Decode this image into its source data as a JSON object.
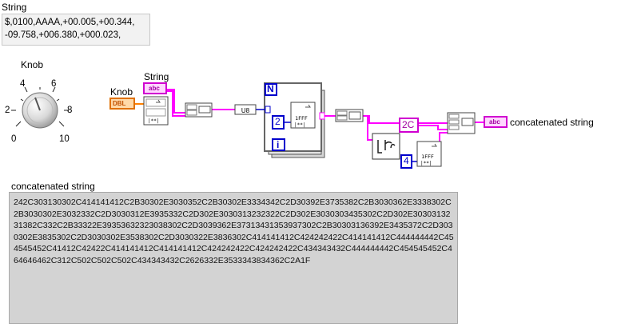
{
  "front_panel": {
    "string_control": {
      "label": "String",
      "value": "$,0100,AAAA,+00.005,+00.344,\n-09.758,+006.380,+000.023,"
    },
    "knob": {
      "label": "Knob",
      "ticks": [
        "0",
        "2",
        "4",
        "6",
        "8",
        "10"
      ],
      "value": 4.5
    },
    "concatenated_indicator": {
      "label": "concatenated string",
      "value": "242C303130302C414141412C2B30302E3030352C2B30302E3334342C2D30392E3735382C2B3030362E3338302C2B3030302E3032332C2D3030312E3935332C2D302E3030313232322C2D302E3030303435302C2D302E3030313231382C332C2B33322E39353632323038302C2D3039362E37313431353937302C2B30303136392E3435372C2D3030302E3835302C2D3030302E3538302C2D3030322E3836302C414141412C424242422C414141412C444444442C454545452C41412C42422C414141412C414141412C424242422C424242422C434343432C444444442C454545452C464646462C312C502C502C502C434343432C2626332E3533343834362C2A1F"
    }
  },
  "block_diagram": {
    "knob_terminal_label": "Knob",
    "knob_terminal_type": "DBL",
    "string_terminal_label": "String",
    "string_terminal_type": "abc",
    "loop_count_label": "N",
    "loop_index_label": "i",
    "constant_two": "2",
    "constant_comma": "2C",
    "constant_four": "4",
    "hex_format_label": "1FFF",
    "output_terminal_type": "abc",
    "output_label": "concatenated string"
  },
  "colors": {
    "string_wire": "#ff00ff",
    "numeric_wire": "#ff8000",
    "integer_wire": "#0000cc",
    "concat_bg": "#d3d3d3"
  }
}
